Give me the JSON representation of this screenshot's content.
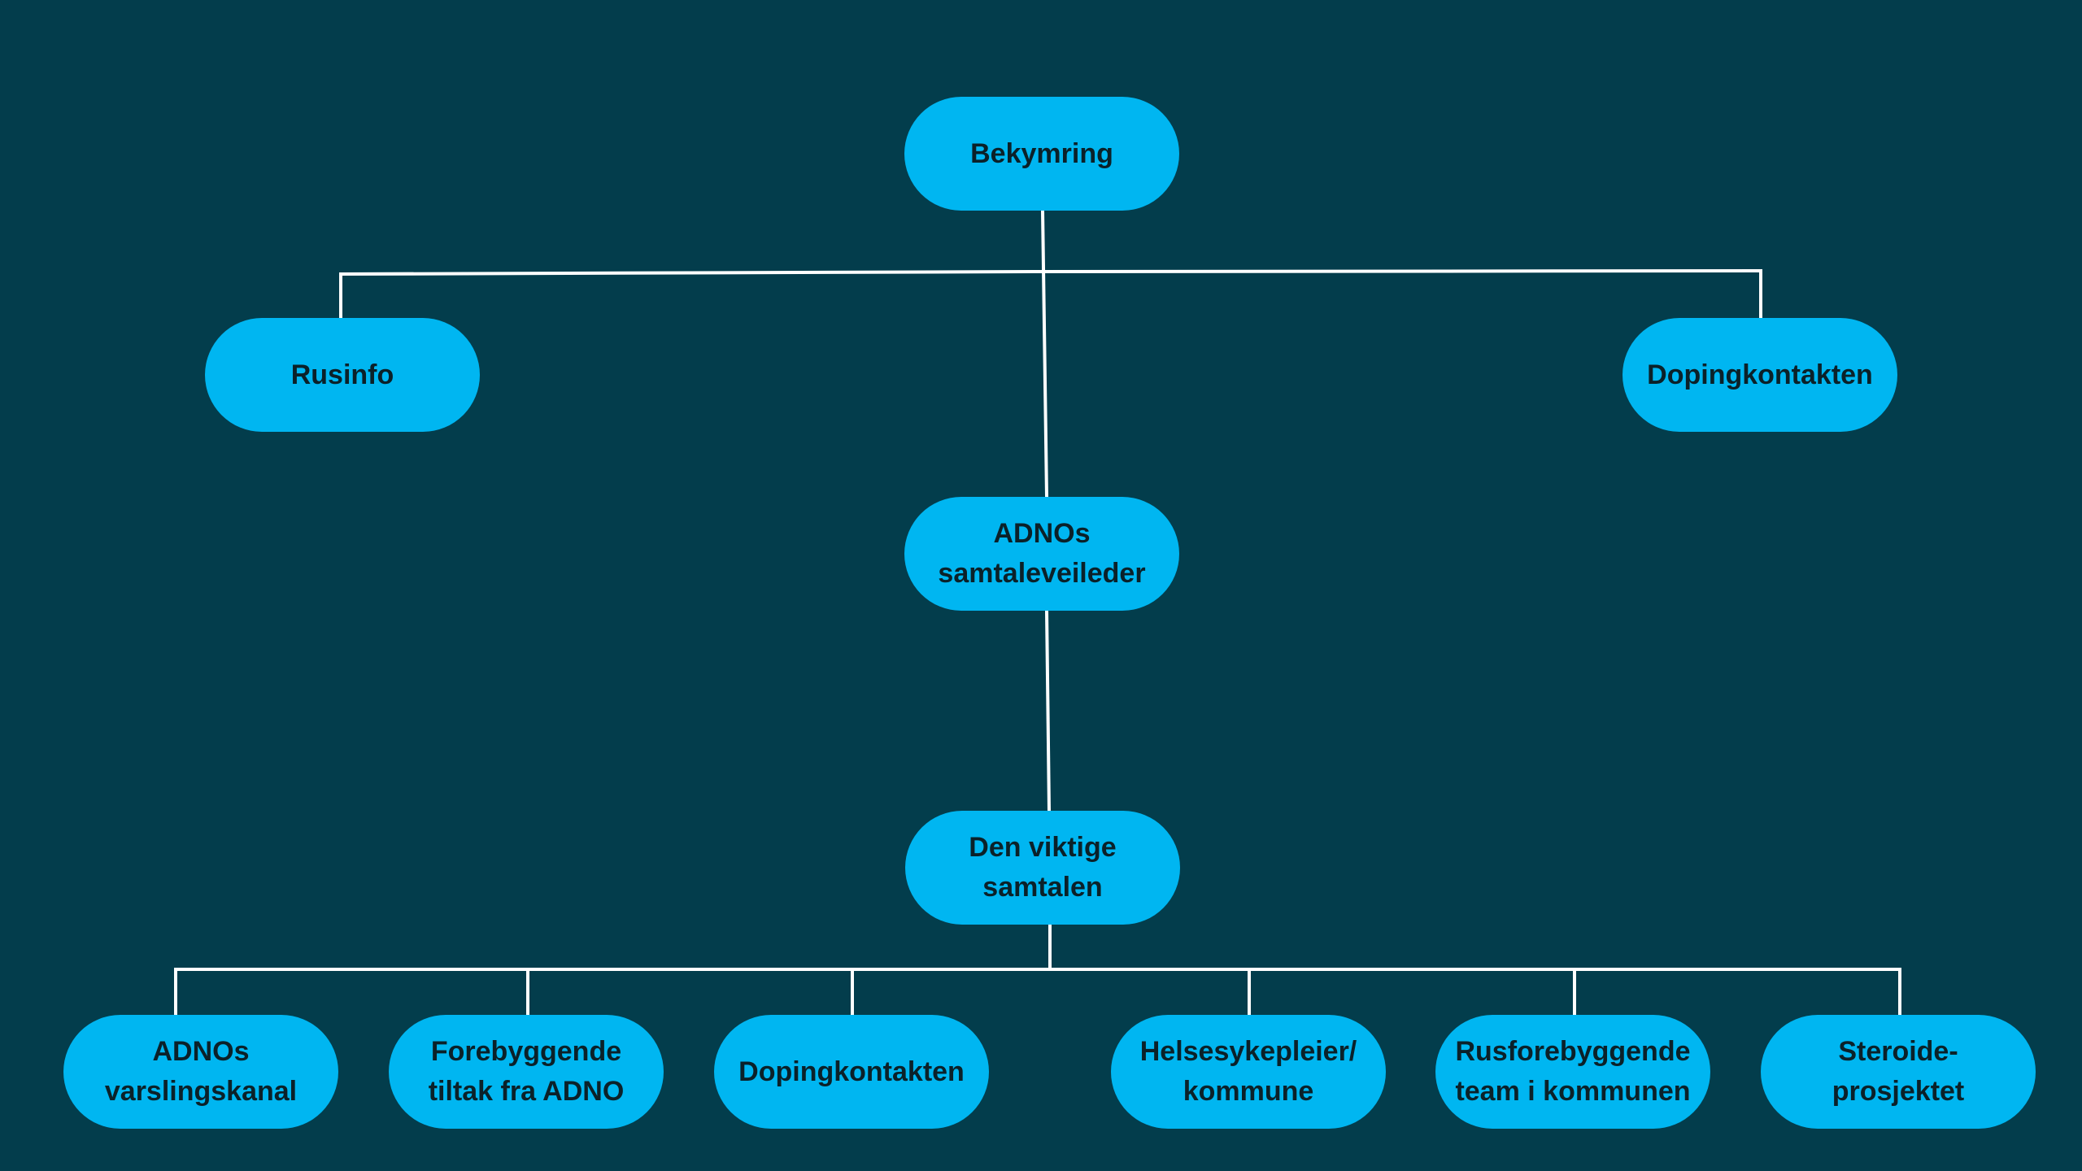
{
  "diagram": {
    "nodes": {
      "bekymring": "Bekymring",
      "rusinfo": "Rusinfo",
      "dopingkontakten_top": "Dopingkontakten",
      "adnos_samtaleveileder": "ADNOs\nsamtaleveileder",
      "den_viktige_samtalen": "Den viktige\nsamtalen",
      "adnos_varslingskanal": "ADNOs\nvarslingskanal",
      "forebyggende_tiltak": "Forebyggende\ntiltak fra ADNO",
      "dopingkontakten_bottom": "Dopingkontakten",
      "helsesykepleier": "Helsesykepleier/\nkommune",
      "rusforebyggende_team": "Rusforebyggende\nteam i kommunen",
      "steroideprosjektet": "Steroide-\nprosjektet"
    },
    "edges": [
      [
        "bekymring",
        "rusinfo"
      ],
      [
        "bekymring",
        "dopingkontakten_top"
      ],
      [
        "bekymring",
        "adnos_samtaleveileder"
      ],
      [
        "adnos_samtaleveileder",
        "den_viktige_samtalen"
      ],
      [
        "den_viktige_samtalen",
        "adnos_varslingskanal"
      ],
      [
        "den_viktige_samtalen",
        "forebyggende_tiltak"
      ],
      [
        "den_viktige_samtalen",
        "dopingkontakten_bottom"
      ],
      [
        "den_viktige_samtalen",
        "helsesykepleier"
      ],
      [
        "den_viktige_samtalen",
        "rusforebyggende_team"
      ],
      [
        "den_viktige_samtalen",
        "steroideprosjektet"
      ]
    ],
    "colors": {
      "background": "#033d4c",
      "node_fill": "#00b6f1",
      "node_text": "#0b2129",
      "connector": "#ffffff"
    }
  }
}
